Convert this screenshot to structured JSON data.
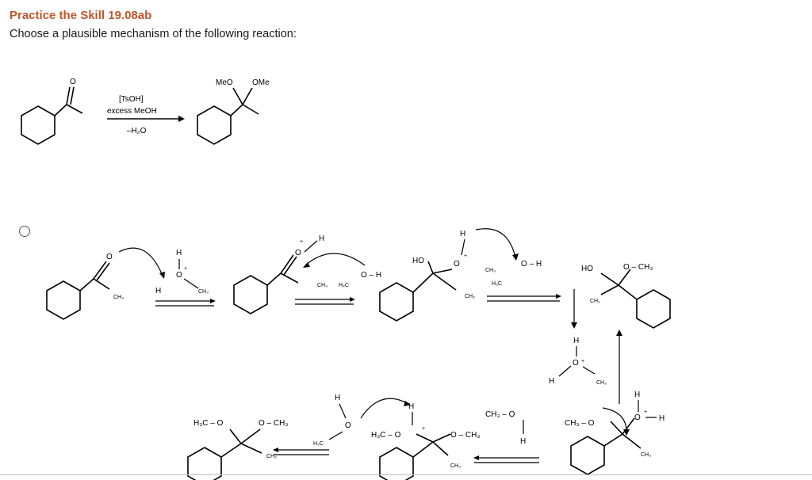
{
  "header": {
    "title": "Practice the Skill 19.08ab",
    "question": "Choose a plausible mechanism of the following reaction:"
  },
  "reaction": {
    "reagent_catalyst": "[TsOH]",
    "reagent_solvent": "excess MeOH",
    "byproduct": "–H₂O",
    "product_group_left": "MeO",
    "product_group_right": "OMe",
    "reactant_oxygen": "O"
  },
  "option": {
    "selected": false,
    "labels": {
      "O": "O",
      "H": "H",
      "CH3": "CH₃",
      "H3C": "H₃C",
      "HO": "HO",
      "plus": "+",
      "OH": "O – H",
      "OCH3": "O – CH₃",
      "H3CO": "H₃C – O",
      "CH3O": "CH₃ – O"
    }
  }
}
